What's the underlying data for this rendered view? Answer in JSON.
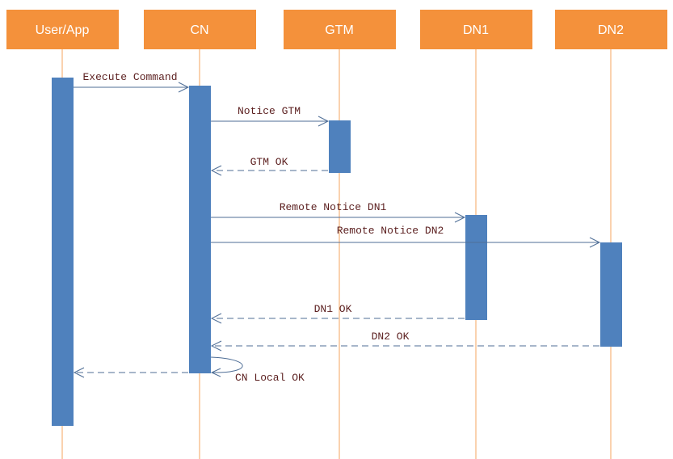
{
  "actors": [
    {
      "id": "user",
      "label": "User/App"
    },
    {
      "id": "cn",
      "label": "CN"
    },
    {
      "id": "gtm",
      "label": "GTM"
    },
    {
      "id": "dn1",
      "label": "DN1"
    },
    {
      "id": "dn2",
      "label": "DN2"
    }
  ],
  "messages": [
    {
      "from": "user",
      "to": "cn",
      "label": "Execute Command",
      "style": "solid"
    },
    {
      "from": "cn",
      "to": "gtm",
      "label": "Notice GTM",
      "style": "solid"
    },
    {
      "from": "gtm",
      "to": "cn",
      "label": "GTM OK",
      "style": "dashed"
    },
    {
      "from": "cn",
      "to": "dn1",
      "label": "Remote Notice DN1",
      "style": "solid"
    },
    {
      "from": "cn",
      "to": "dn2",
      "label": "Remote Notice DN2",
      "style": "solid"
    },
    {
      "from": "dn1",
      "to": "cn",
      "label": "DN1 OK",
      "style": "dashed"
    },
    {
      "from": "dn2",
      "to": "cn",
      "label": "DN2 OK",
      "style": "dashed"
    },
    {
      "from": "cn",
      "to": "cn",
      "label": "CN Local OK",
      "style": "solid"
    },
    {
      "from": "cn",
      "to": "user",
      "label": "",
      "style": "dashed"
    }
  ],
  "colors": {
    "actor_fill": "#f4913b",
    "actor_text": "#ffffff",
    "lifeline": "#f4a55f",
    "activation": "#4f81bd",
    "message_line": "#4f6e96",
    "message_text": "#5b1f1f"
  }
}
